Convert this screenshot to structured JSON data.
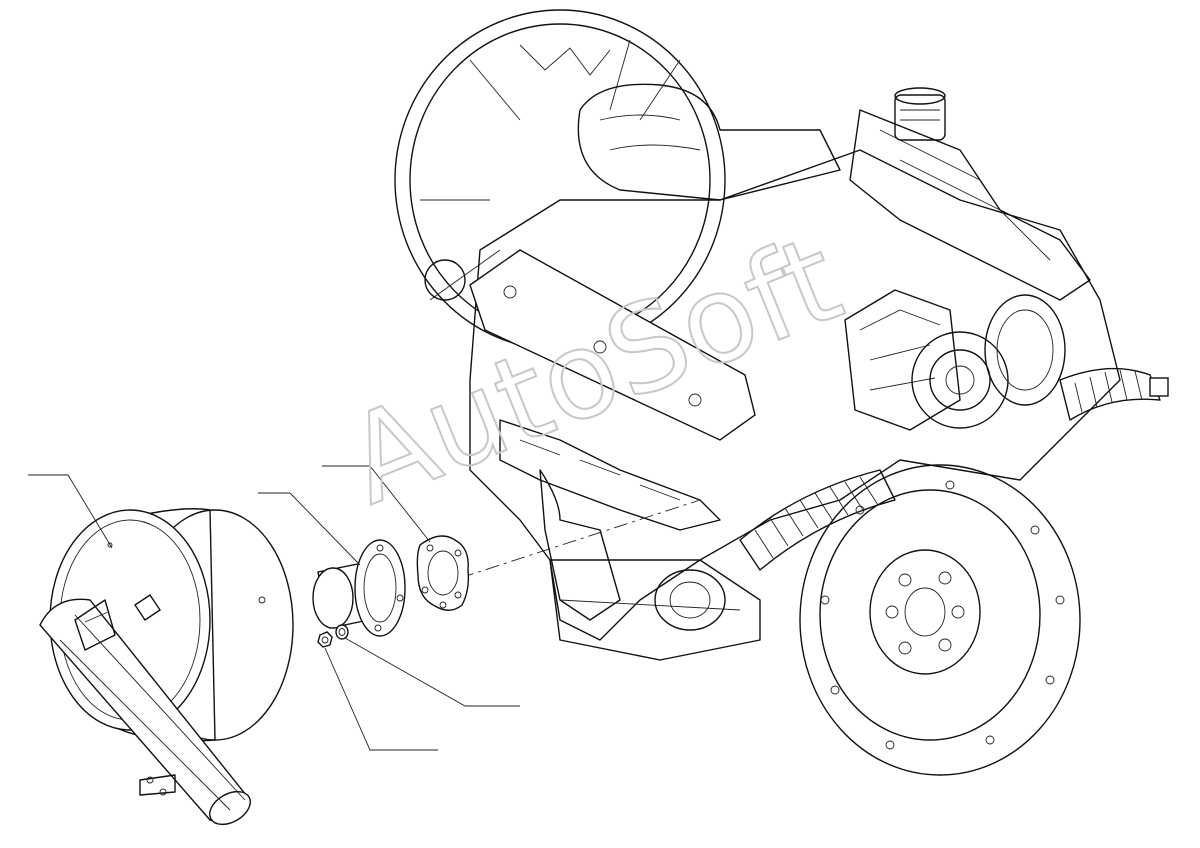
{
  "watermark": {
    "text": "AutoSoft",
    "color": "#c8c8c8"
  },
  "callouts": [
    {
      "part": "muffler"
    },
    {
      "part": "exhaust-pipe"
    },
    {
      "part": "gasket"
    },
    {
      "part": "washer"
    },
    {
      "part": "nut"
    }
  ],
  "colors": {
    "line": "#111111",
    "background": "#ffffff"
  }
}
